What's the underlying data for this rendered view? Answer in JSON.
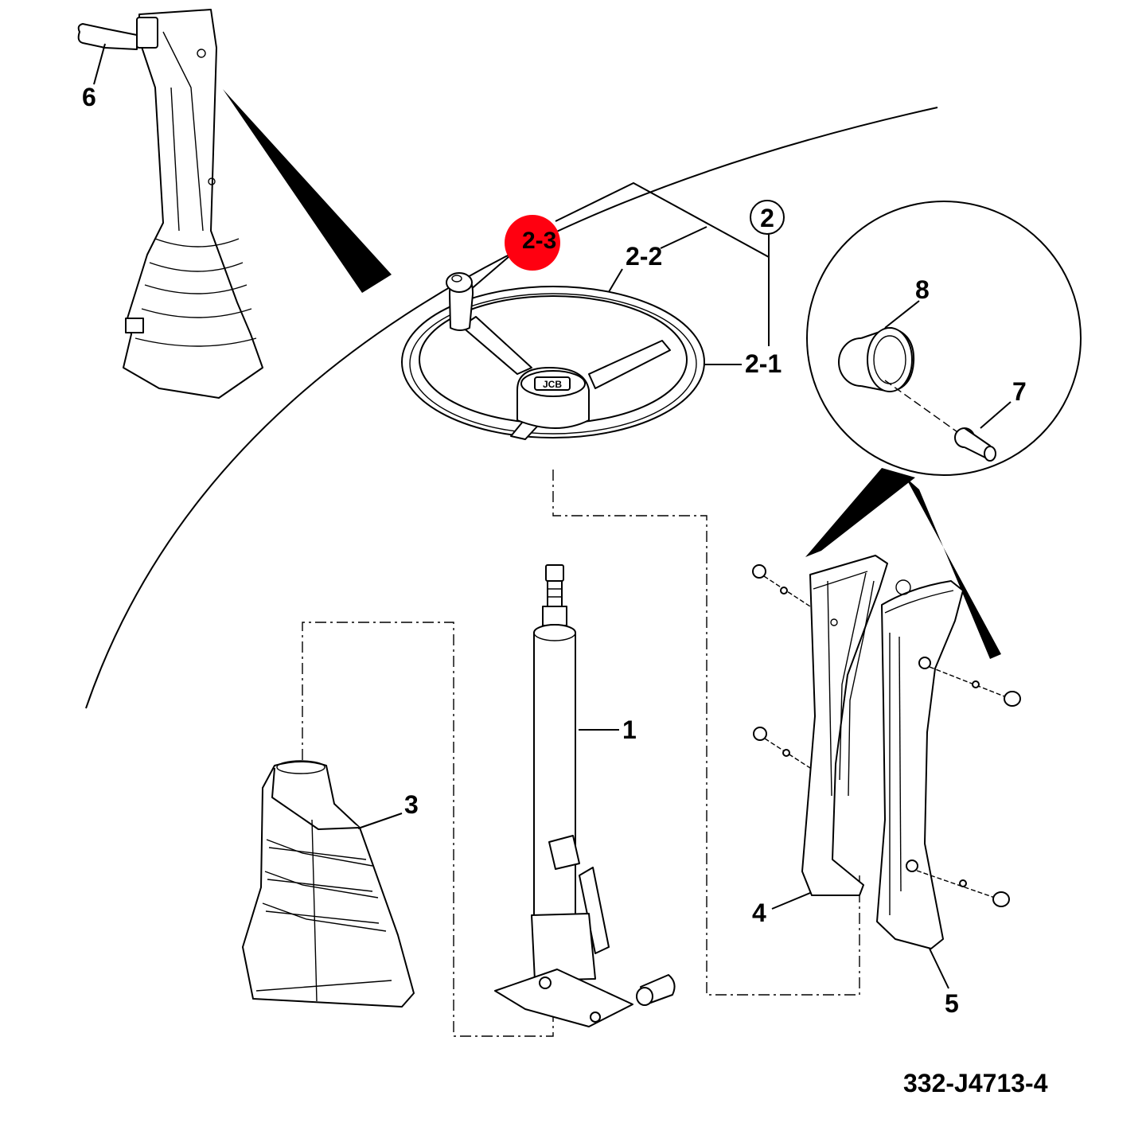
{
  "diagram": {
    "reference": "332-J4713-4",
    "callouts": [
      {
        "id": "6",
        "label": "6"
      },
      {
        "id": "2",
        "label": "2"
      },
      {
        "id": "2-3",
        "label": "2-3",
        "highlighted": true,
        "highlight_color": "#ff0010"
      },
      {
        "id": "2-2",
        "label": "2-2"
      },
      {
        "id": "2-1",
        "label": "2-1"
      },
      {
        "id": "8",
        "label": "8"
      },
      {
        "id": "7",
        "label": "7"
      },
      {
        "id": "1",
        "label": "1"
      },
      {
        "id": "3",
        "label": "3"
      },
      {
        "id": "4",
        "label": "4"
      },
      {
        "id": "5",
        "label": "5"
      }
    ],
    "hub_logo": "JCB"
  }
}
